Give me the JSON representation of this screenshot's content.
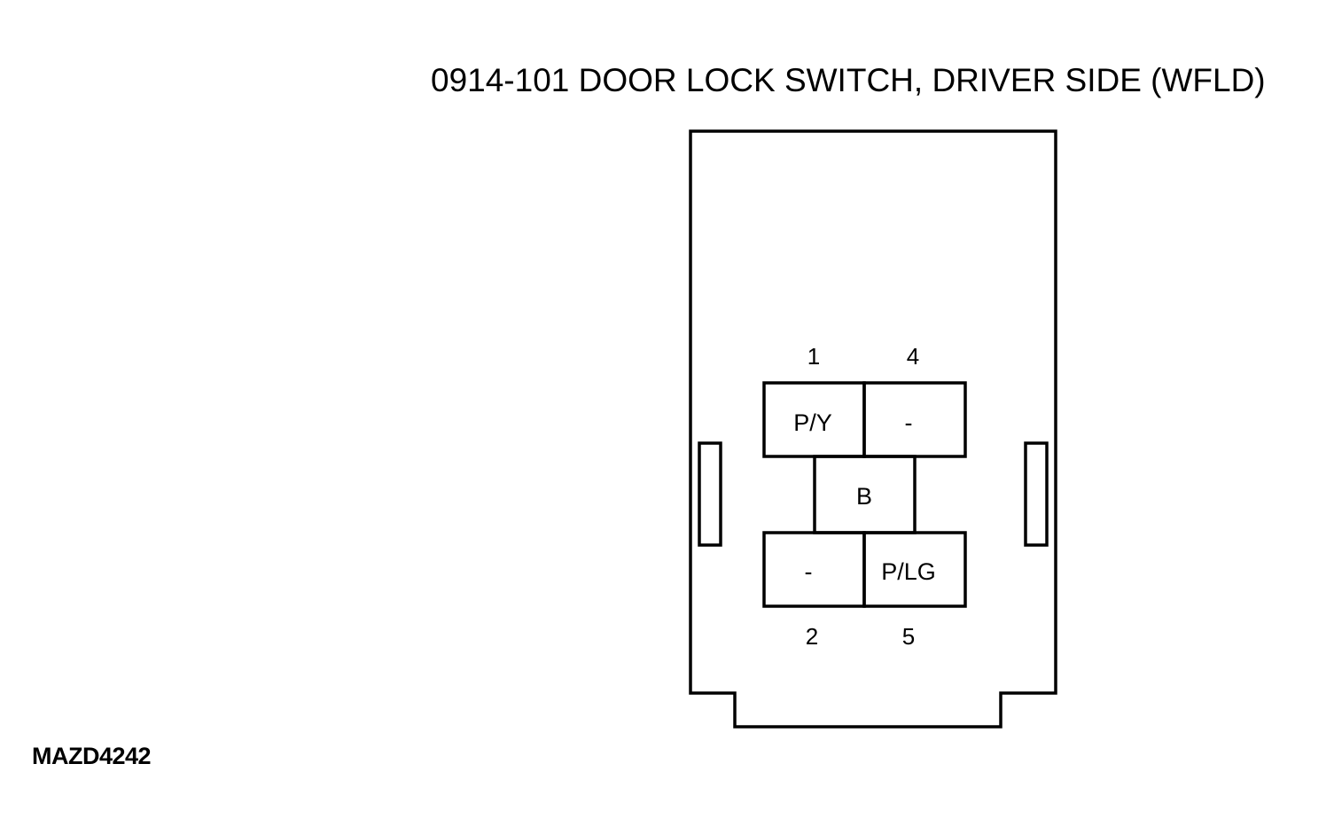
{
  "title": "0914-101 DOOR LOCK SWITCH, DRIVER SIDE (WFLD)",
  "code": "MAZD4242",
  "pin_numbers": {
    "p1": "1",
    "p4": "4",
    "p2": "2",
    "p5": "5"
  },
  "cavities": {
    "c1": "P/Y",
    "c4": "-",
    "c3": "B",
    "c2": "-",
    "c5": "P/LG"
  }
}
